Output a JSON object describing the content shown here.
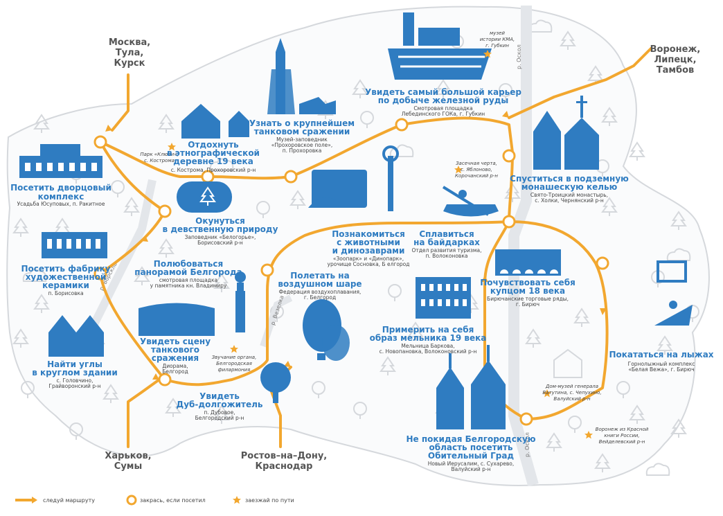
{
  "colors": {
    "route": "#f2a72f",
    "accent": "#2f7cc1",
    "city": "#555555",
    "background_lines": "#d5d8dc",
    "star": "#f2a72f"
  },
  "cities": {
    "moscow": [
      "Москва,",
      "Тула,",
      "Курск"
    ],
    "voronezh": [
      "Воронеж,",
      "Липецк,",
      "Тамбов"
    ],
    "kharkov": [
      "Харьков,",
      "Сумы"
    ],
    "rostov": [
      "Ростов–на–Дону,",
      "Краснодар"
    ]
  },
  "rivers": {
    "oskol_top": "р. Оскол",
    "oskol_bottom": "р. Оскол",
    "vorskla": "р. Ворскла",
    "vezelka": "р. Везелка"
  },
  "attractions": {
    "palace": {
      "title": [
        "Посетить дворцовый",
        "комплекс"
      ],
      "sub": [
        "Усадьба Юсуповых, п. Ракитное"
      ]
    },
    "village": {
      "title": [
        "Отдохнуть",
        "в этнографической",
        "деревне 19 века"
      ],
      "sub": [
        "с. Кострома, Прохоровский р-н"
      ]
    },
    "tank_battle": {
      "title": [
        "Узнать о крупнейшем",
        "танковом сражении"
      ],
      "sub": [
        "Музей-заповедник",
        "«Прохоровское поле»,",
        "п. Прохоровка"
      ]
    },
    "quarry": {
      "title": [
        "Увидеть самый большой карьер",
        "по добыче железной руды"
      ],
      "sub": [
        "Смотровая площадка",
        "Лебединского ГОКа,  г. Губкин"
      ]
    },
    "cave": {
      "title": [
        "Спуститься в подземную",
        "монашескую келью"
      ],
      "sub": [
        "Свято-Троицкий монастырь,",
        "с. Холки, Чернянский р-н"
      ]
    },
    "nature": {
      "title": [
        "Окунуться",
        "в девственную природу"
      ],
      "sub": [
        "Заповедник «Белогорье»,",
        "Борисовский р-н"
      ]
    },
    "ceramics": {
      "title": [
        "Посетить фабрику",
        "художественной",
        "керамики"
      ],
      "sub": [
        "п. Борисовка"
      ]
    },
    "panorama_view": {
      "title": [
        "Полюбоваться",
        "панорамой Белгорода"
      ],
      "sub": [
        "смотровая площадка",
        "у памятника кн. Владимиру"
      ]
    },
    "animals": {
      "title": [
        "Познакомиться",
        "с животными",
        "и динозаврами"
      ],
      "sub": [
        "«Зоопарк» и «Динопарк»,",
        "урочище Сосновка, Б   елгород"
      ]
    },
    "kayak": {
      "title": [
        "Сплавиться",
        "на байдарках"
      ],
      "sub": [
        "Отдел развития туризма,",
        "п. Волоконовка"
      ]
    },
    "balloon": {
      "title": [
        "Полетать на",
        "воздушном шаре"
      ],
      "sub": [
        "Федерация воздухоплавания,",
        "г. Белгород"
      ]
    },
    "merchant": {
      "title": [
        "Почувствовать себя",
        "купцом 18 века"
      ],
      "sub": [
        "Бирючанские торговые ряды,",
        "г. Бирюч"
      ]
    },
    "round_building": {
      "title": [
        "Найти углы",
        "в круглом здании"
      ],
      "sub": [
        "с. Головчино,",
        "Грайворонский р-н"
      ]
    },
    "diorama": {
      "title": [
        "Увидеть сцену",
        "танкового",
        "сражения"
      ],
      "sub": [
        "Диорама,",
        "Белгород"
      ]
    },
    "mill": {
      "title": [
        "Примерить на себя",
        "образ мельника 19 века"
      ],
      "sub": [
        "Мельница Баркова,",
        "с. Новопановка, Волоконовский р-н"
      ]
    },
    "ski": {
      "title": [
        "Покататься на лыжах"
      ],
      "sub": [
        "Горнолыжный комплекс",
        "«Белая Вежа», г. Бирюч"
      ]
    },
    "oak": {
      "title": [
        "Увидеть",
        "Дуб-долгожитель"
      ],
      "sub": [
        "п. Дубовое,",
        "Белгородский р-н"
      ]
    },
    "monastery": {
      "title": [
        "Не покидая Белгородскую",
        "область посетить",
        "Обительный Град"
      ],
      "sub": [
        "Новый Иерусалим, с. Сухарево,",
        "Валуйский р-н"
      ]
    }
  },
  "stars": {
    "kma_museum": [
      "музей",
      "истории КМА,",
      "г. Губкин"
    ],
    "klyuchi_park": [
      "Парк «Ключи»,",
      "с. Кострома"
    ],
    "zasechnaya": [
      "Засечная черта,",
      "с. Яблоново,",
      "Корочанский р-н"
    ],
    "organ": [
      "Звучание органа,",
      "Белгородская",
      "филармония"
    ],
    "vatutin": [
      "Дом-музей генерала",
      "Ватутина, с. Чепухино,",
      "Валуйский р-н"
    ],
    "red_book": [
      "Воронеж из Красной",
      "книги России,",
      "Вейделевский р-н"
    ]
  },
  "legend": {
    "route": "следуй маршруту",
    "circle": "закрась, если посетил",
    "star": "заезжай по пути"
  }
}
